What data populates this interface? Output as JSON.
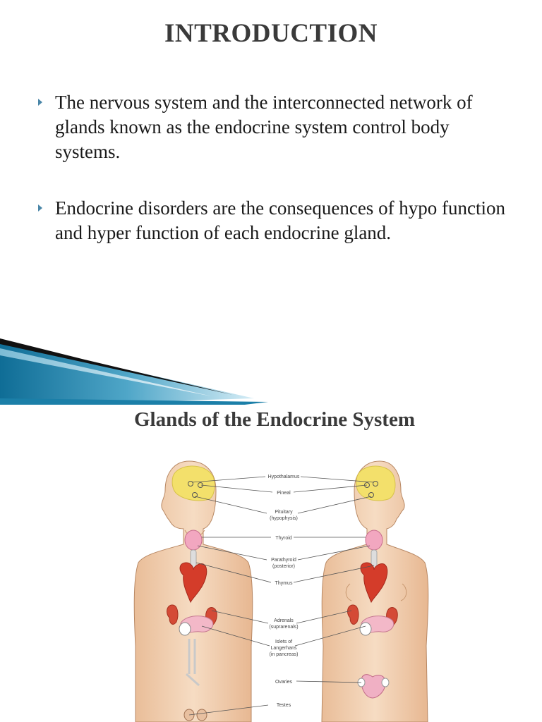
{
  "slide1": {
    "title": "INTRODUCTION",
    "bullets": [
      "The nervous system and the interconnected network of glands known as the endocrine system control body systems.",
      "Endocrine disorders are the consequences of hypo function and hyper function of each endocrine gland."
    ]
  },
  "slide2": {
    "title": "Glands of the Endocrine System",
    "glands": {
      "hypothalamus": "Hypothalamus",
      "pineal": "Pineal",
      "pituitary": "Pituitary",
      "pituitary_sub": "(hypophysis)",
      "thyroid": "Thyroid",
      "parathyroid": "Parathyroid",
      "parathyroid_sub": "(posterior)",
      "thymus": "Thymus",
      "adrenals": "Adrenals",
      "adrenals_sub": "(suprarenals)",
      "islets_1": "Islets of",
      "islets_2": "Langerhans",
      "islets_3": "(in pancreas)",
      "ovaries": "Ovaries",
      "testes": "Testes"
    }
  },
  "colors": {
    "title": "#3a3a3a",
    "bullet_marker": "#4a86a8",
    "banner_blue": "#1b7fa8",
    "skin": "#f3d2b4",
    "brain": "#f5e56a",
    "heart": "#d43c2a",
    "thyroid": "#f0a7bf"
  }
}
